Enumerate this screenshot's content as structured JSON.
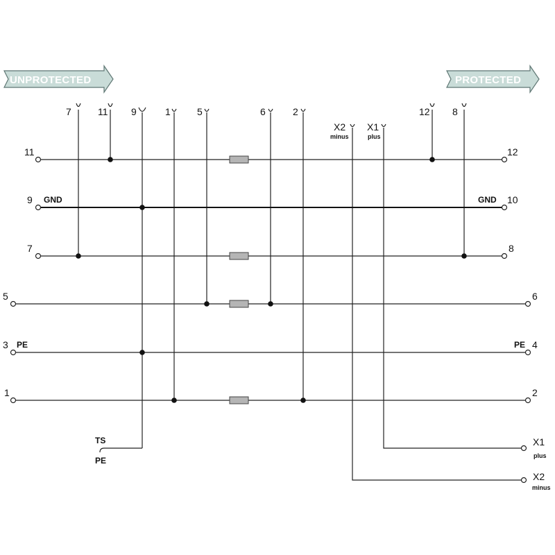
{
  "banners": {
    "left": "UNPROTECTED",
    "right": "PROTECTED",
    "fill_color": "#c9dcd8",
    "stroke_color": "#5e7673"
  },
  "top_pins": {
    "p7": "7",
    "p11": "11",
    "p9": "9",
    "p1": "1",
    "p5": "5",
    "p6": "6",
    "p2": "2",
    "x2": "X2",
    "x2_sub": "minus",
    "x1": "X1",
    "x1_sub": "plus",
    "p12": "12",
    "p8": "8"
  },
  "rows": {
    "r11_12": {
      "left": "11",
      "right": "12"
    },
    "r9_10": {
      "left": "9",
      "left_tag": "GND",
      "right": "10",
      "right_tag": "GND"
    },
    "r7_8": {
      "left": "7",
      "right": "8"
    },
    "r5_6": {
      "left": "5",
      "right": "6"
    },
    "r3_4": {
      "left": "3",
      "left_tag": "PE",
      "right": "4",
      "right_tag": "PE"
    },
    "r1_2": {
      "left": "1",
      "right": "2"
    }
  },
  "bottom": {
    "ts": "TS",
    "pe": "PE",
    "x1": "X1",
    "x1_sub": "plus",
    "x2": "X2",
    "x2_sub": "minus"
  }
}
